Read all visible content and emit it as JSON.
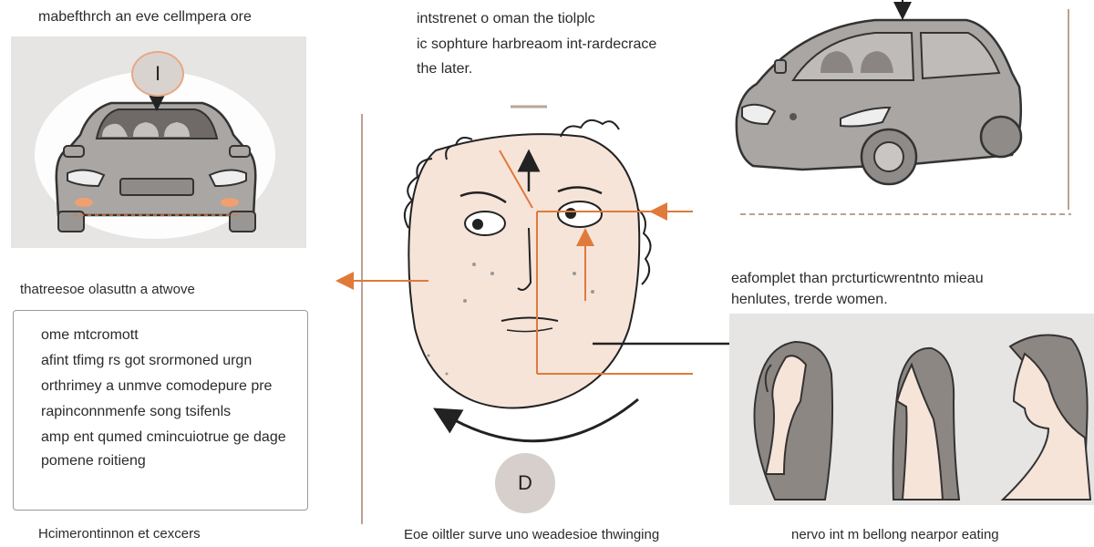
{
  "left": {
    "caption_top": "mabefthrch an eve cellmpera ore",
    "badge_label": "I",
    "caption_mid": "thatreesoe olasuttn a atwove",
    "text_box_lines": [
      "ome mtcromott",
      "afint tfimg rs got srormoned urgn",
      "orthrimey a unmve comodepure pre",
      "rapinconnmenfe song tsifenls",
      "amp ent qumed cmincuiotrue ge dage",
      "pomene roitieng"
    ],
    "caption_bottom": "Hcimerontinnon et cexcers"
  },
  "center": {
    "caption_top_lines": [
      "intstrenet o oman the tiolplc",
      "ic sophture harbreaom int-rardecrace",
      "the later."
    ],
    "badge_label": "D",
    "caption_bottom": "Eoe oiltler surve uno weadesioe thwinging"
  },
  "right": {
    "caption_mid_lines": [
      "eafomplet than prcturticwrentnto mieau",
      "henlutes, trerde women."
    ],
    "caption_bottom": "nervo int m bellong nearpor eating"
  },
  "colors": {
    "accent": "#e07a3a",
    "car_body": "#a9a6a3",
    "face_fill": "#f6e4d9",
    "panel_bg": "#e6e5e4",
    "hair": "#8d8784"
  }
}
